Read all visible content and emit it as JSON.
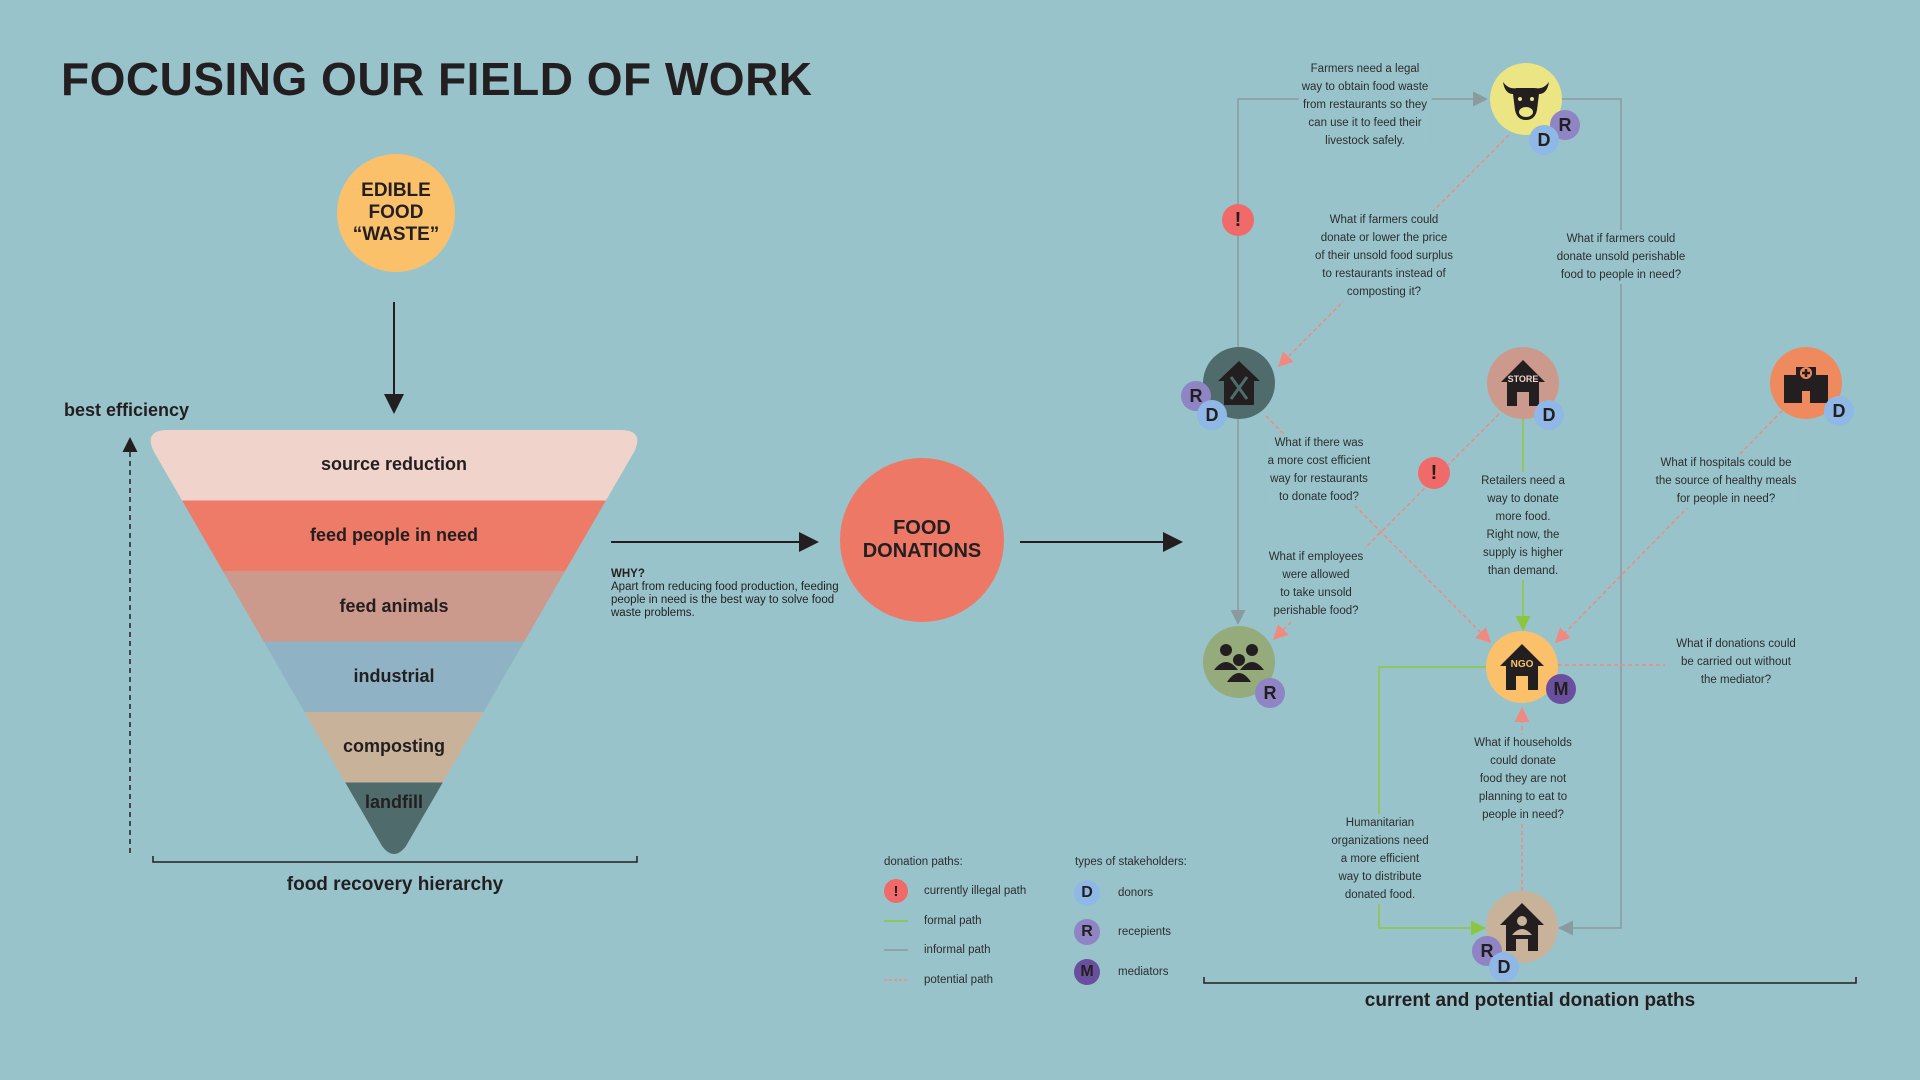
{
  "title": "FOCUSING OUR FIELD OF WORK",
  "edible_label": "EDIBLE\nFOOD\n“WASTE”",
  "efficiency_label": "best efficiency",
  "hierarchy": {
    "label": "food recovery hierarchy",
    "levels": [
      {
        "label": "source reduction",
        "color": "#f0d3cb"
      },
      {
        "label": "feed people in need",
        "color": "#ee7a68"
      },
      {
        "label": "feed animals",
        "color": "#cc9a8c"
      },
      {
        "label": "industrial",
        "color": "#8fb3c4"
      },
      {
        "label": "composting",
        "color": "#c9b29a"
      },
      {
        "label": "landfill",
        "color": "#4f6b6b"
      }
    ]
  },
  "why": {
    "heading": "WHY?",
    "text": "Apart from reducing food production, feeding people in need is the best way to solve food waste problems."
  },
  "donations_label": "FOOD\nDONATIONS",
  "nodes": {
    "farm": {
      "badges": [
        "R",
        "D"
      ],
      "icon": "cow-icon"
    },
    "restaurant": {
      "badges": [
        "R",
        "D"
      ],
      "icon": "restaurant-icon"
    },
    "store": {
      "label": "STORE",
      "badges": [
        "D"
      ],
      "icon": "store-icon"
    },
    "hospital": {
      "badges": [
        "D"
      ],
      "icon": "hospital-icon"
    },
    "people": {
      "badges": [
        "R"
      ],
      "icon": "people-icon"
    },
    "ngo": {
      "label": "NGO",
      "badges": [
        "M"
      ],
      "icon": "ngo-icon"
    },
    "household": {
      "badges": [
        "R",
        "D"
      ],
      "icon": "household-icon"
    }
  },
  "notes": {
    "farmers_legal": "Farmers need a legal\nway to obtain food waste\nfrom restaurants so they\ncan use it to feed their\nlivestock safely.",
    "farmers_restaurants": "What if farmers could\ndonate or lower the price\nof their unsold food surplus\nto restaurants instead of\ncomposting it?",
    "farmers_people": "What if farmers could\ndonate unsold perishable\nfood to people in need?",
    "restaurants_cost": "What if there was\na more cost efficient\nway for restaurants\nto donate food?",
    "employees": "What if employees\nwere allowed\nto take unsold\nperishable food?",
    "retailers": "Retailers need a\nway to donate\nmore food.\nRight now, the\nsupply is higher\nthan demand.",
    "hospitals": "What if hospitals could be\nthe source of healthy meals\nfor people in need?",
    "mediator": "What if donations could\nbe carried out without\nthe mediator?",
    "households": "What if households\ncould donate\nfood they are not\nplanning to eat to\npeople in need?",
    "humanitarian": "Humanitarian\norganizations need\na more efficient\nway to distribute\ndonated food."
  },
  "legend": {
    "paths_heading": "donation paths:",
    "paths": [
      {
        "label": "currently illegal path",
        "symbol": "!"
      },
      {
        "label": "formal path",
        "color": "#8cc63f"
      },
      {
        "label": "informal path",
        "color": "#8a9a9e"
      },
      {
        "label": "potential path",
        "color": "#f08a80"
      }
    ],
    "stakeholders_heading": "types of stakeholders:",
    "stakeholders": [
      {
        "letter": "D",
        "label": "donors"
      },
      {
        "letter": "R",
        "label": "recepients"
      },
      {
        "letter": "M",
        "label": "mediators"
      }
    ]
  },
  "paths_label": "current and potential donation paths",
  "colors": {
    "background": "#98c3cb",
    "formal": "#8cc63f",
    "informal": "#8a9a9e",
    "potential": "#f08a80",
    "illegal": "#f06a6a"
  }
}
